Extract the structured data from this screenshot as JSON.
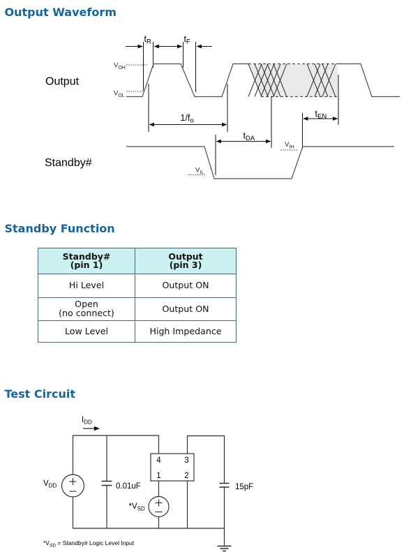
{
  "headings": {
    "output_waveform": "Output Waveform",
    "standby_function": "Standby Function",
    "test_circuit": "Test Circuit"
  },
  "waveform_diagram": {
    "signals": {
      "output_label": "Output",
      "standby_label": "Standby#"
    },
    "levels": {
      "voh": {
        "base": "V",
        "sub": "OH"
      },
      "vol": {
        "base": "V",
        "sub": "OL"
      },
      "vih": {
        "base": "V",
        "sub": "IH"
      },
      "vil": {
        "base": "V",
        "sub": "IL"
      }
    },
    "timings": {
      "tr": {
        "base": "t",
        "sub": "R"
      },
      "tf": {
        "base": "t",
        "sub": "F"
      },
      "fo": {
        "base": "1/f",
        "sub": "o"
      },
      "tda": {
        "base": "t",
        "sub": "DA"
      },
      "ten": {
        "base": "t",
        "sub": "EN"
      }
    }
  },
  "table": {
    "columns": [
      {
        "line1": "Standby#",
        "line2": "(pin 1)"
      },
      {
        "line1": "Output",
        "line2": "(pin 3)"
      }
    ],
    "rows": [
      {
        "c1l1": "Hi Level",
        "c1l2": "",
        "c2": "Output ON"
      },
      {
        "c1l1": "Open",
        "c1l2": "(no connect)",
        "c2": "Output ON"
      },
      {
        "c1l1": "Low Level",
        "c1l2": "",
        "c2": "High Impedance"
      }
    ]
  },
  "circuit": {
    "idd": {
      "base": "I",
      "sub": "DD"
    },
    "vdd": {
      "base": "V",
      "sub": "DD"
    },
    "vsd": {
      "base": "*V",
      "sub": "SD"
    },
    "cap1_value": "0.01uF",
    "cap2_value": "15pF",
    "pins": {
      "p4": "4",
      "p3": "3",
      "p1": "1",
      "p2": "2"
    },
    "footnote": {
      "pre": "*V",
      "sub": "SD",
      "post": " = Standby# Logic Level Input"
    }
  },
  "colors": {
    "heading_color": "#15659E",
    "table_header_bg": "#CBF2F0",
    "table_border": "#4E6380",
    "trace_color": "#4D4D4D",
    "marker_color": "#111111",
    "hatch_fill": "#E9E9E9"
  }
}
